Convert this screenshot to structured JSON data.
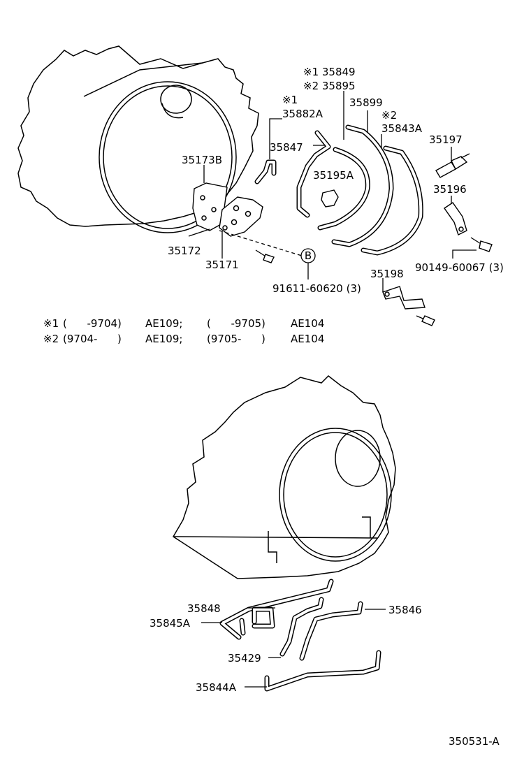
{
  "diagram_id": "350531-A",
  "notes": {
    "n1": {
      "mark": "※1",
      "range1": "(      -9704)",
      "model1": "AE109;",
      "range2": "(      -9705)",
      "model2": "AE104"
    },
    "n2": {
      "mark": "※2",
      "range1": "(9704-      )",
      "model1": "AE109;",
      "range2": "(9705-      )",
      "model2": "AE104"
    }
  },
  "callout": {
    "letter": "B"
  },
  "parts": {
    "p35849": "※1 35849",
    "p35895": "※2 35895",
    "p35882a_mark": "※1",
    "p35882a": "35882A",
    "p35899": "35899",
    "p35843a_mark": "※2",
    "p35843a": "35843A",
    "p35197": "35197",
    "p35173b": "35173B",
    "p35847": "35847",
    "p35195a": "35195A",
    "p35196": "35196",
    "p35172": "35172",
    "p35171": "35171",
    "p90149": "90149-60067 (3)",
    "p35198": "35198",
    "p91611": "91611-60620 (3)",
    "p35848": "35848",
    "p35845a": "35845A",
    "p35846": "35846",
    "p35429": "35429",
    "p35844a": "35844A"
  }
}
